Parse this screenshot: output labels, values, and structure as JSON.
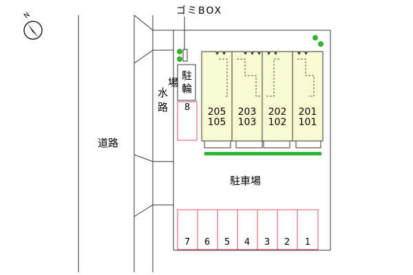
{
  "labels": {
    "trash": "ゴミBOX",
    "bike_parking": "駐輪場",
    "waterway": "水路",
    "road": "道路",
    "parking": "駐車場",
    "north": "N"
  },
  "units": [
    {
      "upper": "205",
      "lower": "105"
    },
    {
      "upper": "203",
      "lower": "103"
    },
    {
      "upper": "202",
      "lower": "102"
    },
    {
      "upper": "201",
      "lower": "101"
    }
  ],
  "parking_slots": [
    "7",
    "6",
    "5",
    "4",
    "3",
    "2",
    "1"
  ],
  "side_slot": "8",
  "colors": {
    "building_fill": "#fafad2",
    "slot_outline": "#e05060",
    "tree": "#2db52d",
    "green_strip": "#2db52d",
    "line": "#333333"
  }
}
